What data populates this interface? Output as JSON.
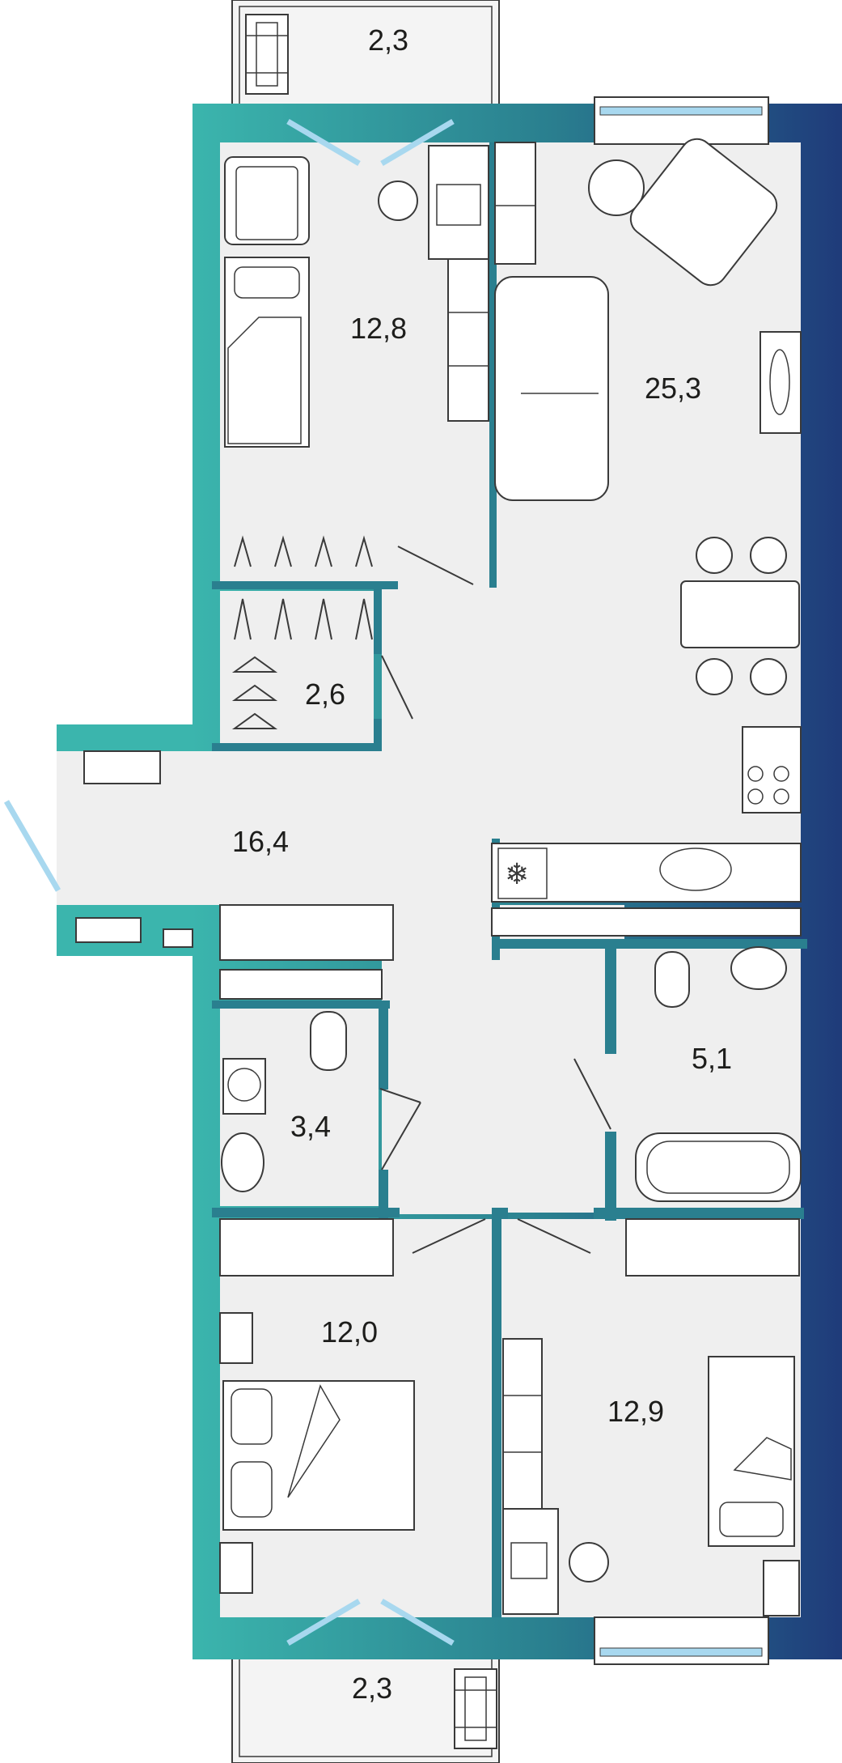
{
  "plan": {
    "colors": {
      "wall_gradient_start": "#3bb5ad",
      "wall_gradient_mid": "#2a7f8f",
      "wall_gradient_end": "#1f3b7a",
      "floor": "#efefef",
      "balcony_floor": "#f4f4f4",
      "glass": "#a8d8ef",
      "furniture_stroke": "#3a3a3a",
      "label_color": "#1d1d1b"
    },
    "rooms": {
      "balcony_top": "2,3",
      "bedroom_top": "12,8",
      "living_kitchen": "25,3",
      "closet": "2,6",
      "hallway": "16,4",
      "bathroom_right": "5,1",
      "bathroom_left": "3,4",
      "bedroom_bottom_left": "12,0",
      "bedroom_bottom_right": "12,9",
      "balcony_bottom": "2,3"
    }
  }
}
